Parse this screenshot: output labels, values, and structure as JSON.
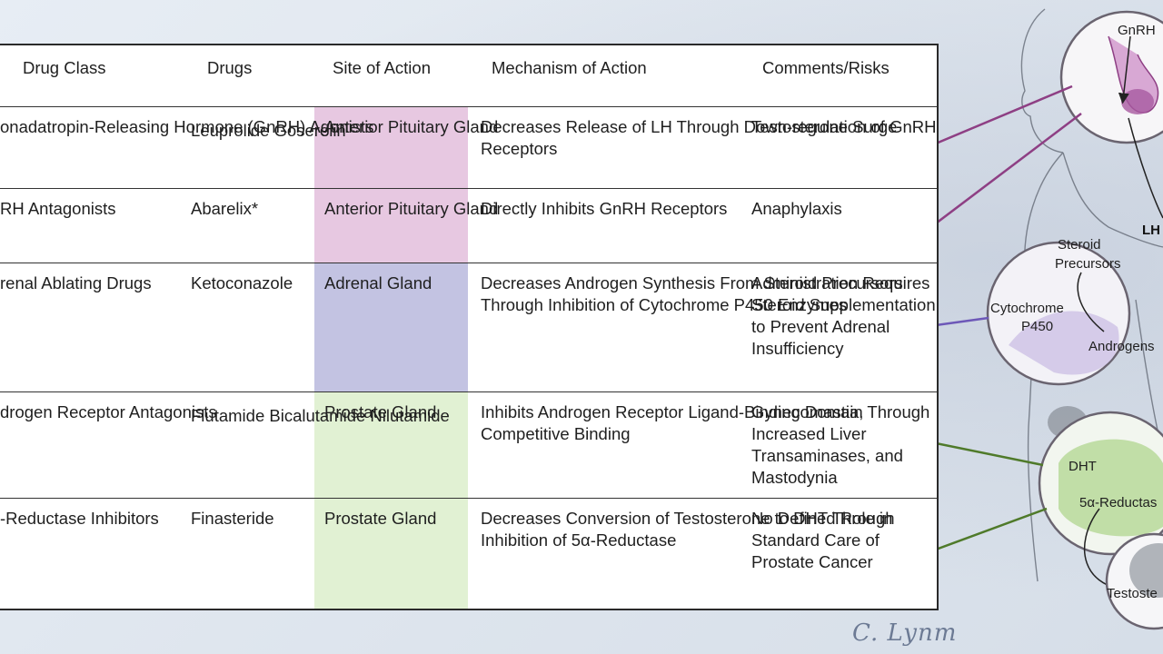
{
  "table": {
    "headers": [
      "Drug Class",
      "Drugs",
      "Site of Action",
      "Mechanism of Action",
      "Comments/Risks"
    ],
    "rows": [
      {
        "drug_class": "onadatropin-Releasing\nHormone (GnRH)\nAgonists",
        "drugs": "Leuprolide\nGoserelin",
        "site": "Anterior Pituitary\n   Gland",
        "site_color": "#e7c8e1",
        "mechanism": "Decreases Release of LH\n   Through Down-regulation\n   of GnRH Receptors",
        "comments": "Testosterone Surge"
      },
      {
        "drug_class": "RH Antagonists",
        "drugs": "Abarelix*",
        "site": "Anterior Pituitary\n   Gland",
        "site_color": "#e7c8e1",
        "mechanism": "Directly Inhibits\n   GnRH Receptors",
        "comments": "Anaphylaxis"
      },
      {
        "drug_class": "renal Ablating Drugs",
        "drugs": "Ketoconazole",
        "site": "Adrenal Gland",
        "site_color": "#c3c3e2",
        "mechanism": "Decreases Androgen Synthesis\n   From Steroid Precursors\n   Through Inhibition of\n   Cytochrome P450 Enzymes",
        "comments": "Administration\n   Requires Steroid\n   Supplementation\n   to Prevent Adrenal\n   Insufficiency"
      },
      {
        "drug_class": "drogen Receptor\nAntagonists",
        "drugs": "Flutamide\nBicalutamide\nNilutamide",
        "site": "Prostate Gland",
        "site_color": "#e1f1d3",
        "mechanism": "Inhibits Androgen Receptor\n   Ligand-Binding Domain\n   Through Competitive Binding",
        "comments": "Gynecomastia,\n   Increased Liver\n   Transaminases,\n   and Mastodynia"
      },
      {
        "drug_class": "-Reductase Inhibitors",
        "drugs": "Finasteride",
        "site": "Prostate Gland",
        "site_color": "#e1f1d3",
        "mechanism": "Decreases Conversion of\n   Testosterone to DHT\n   Through Inhibition of\n   5α-Reductase",
        "comments": "No Defined Role\n   in Standard Care\n   of Prostate Cancer"
      }
    ]
  },
  "illustration": {
    "labels": {
      "gnrh": "GnRH",
      "lh": "LH",
      "steroid": "Steroid",
      "precursors": "Precursors",
      "cytochrome": "Cytochrome",
      "p450": "P450",
      "androgens": "Androgens",
      "dht": "DHT",
      "reductase": "5α-Reductas",
      "testosterone": "Testoste"
    },
    "colors": {
      "pituitary": "#8e3f84",
      "adrenal": "#6d58b8",
      "prostate": "#4f7a2a"
    }
  },
  "signature": "C. Lynm"
}
